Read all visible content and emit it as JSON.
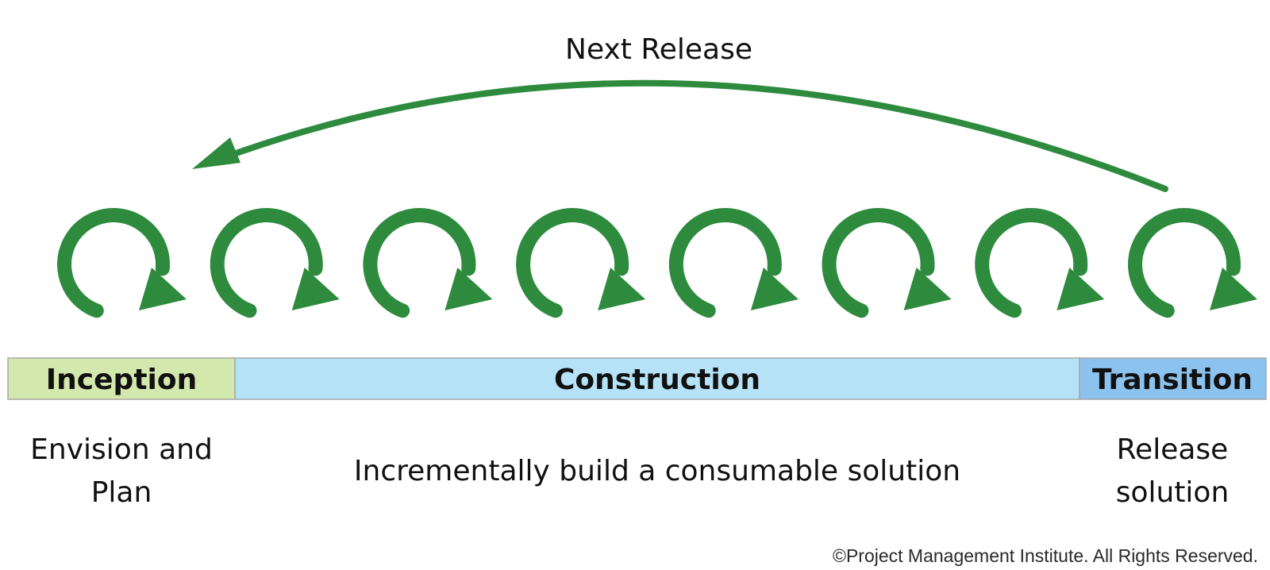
{
  "release_arrow": {
    "label": "Next Release"
  },
  "iterations": {
    "count": 8
  },
  "phases": [
    {
      "key": "inception",
      "label": "Inception",
      "color": "#d3e8ad",
      "description": [
        "Envision and",
        "Plan"
      ]
    },
    {
      "key": "construction",
      "label": "Construction",
      "color": "#b5e2f7",
      "description": [
        "Incrementally build a consumable solution"
      ]
    },
    {
      "key": "transition",
      "label": "Transition",
      "color": "#8cc2ee",
      "description": [
        "Release",
        "solution"
      ]
    }
  ],
  "colors": {
    "arrow_green": "#2e8b3e"
  },
  "copyright": "©Project Management Institute. All Rights Reserved."
}
